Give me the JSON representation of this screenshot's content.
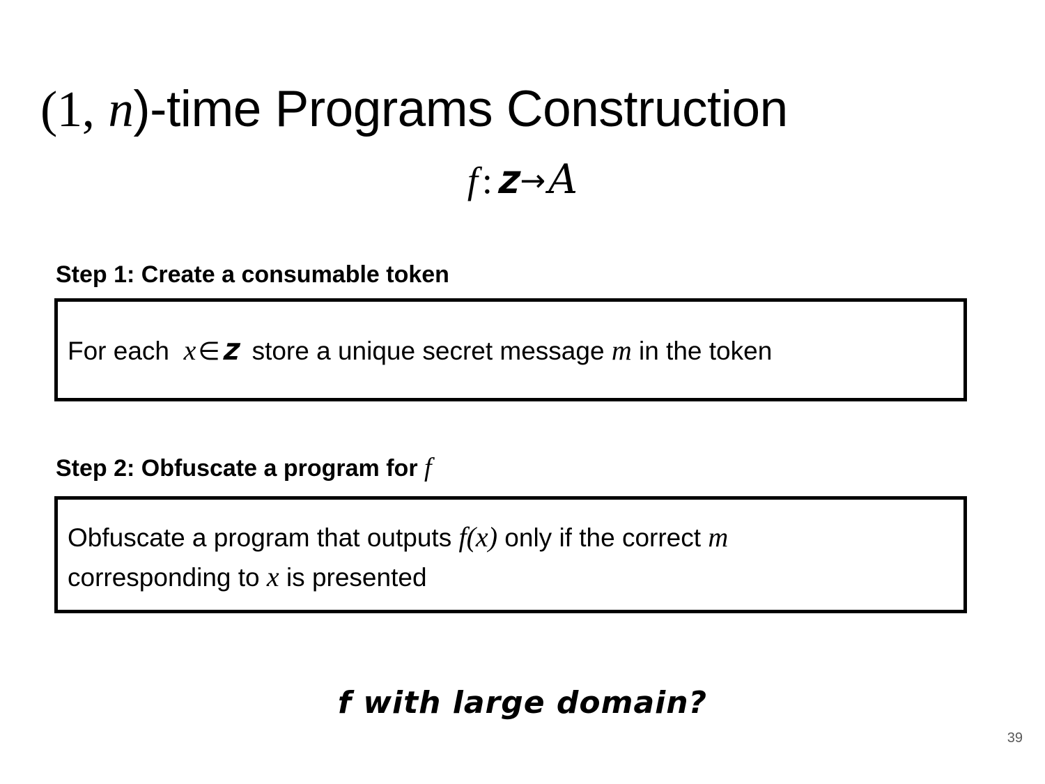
{
  "slide": {
    "title": {
      "part_open": "(1,",
      "part_n": "n",
      "part_rest": ")-time Programs Construction"
    },
    "subtitle": {
      "f": "f",
      "colon": ":",
      "domain": "𝐳",
      "arrow": "→",
      "codomain": "𝐴"
    },
    "step1": {
      "heading": "Step 1: Create a consumable token",
      "box": {
        "text_a": "For each",
        "var_x": "x",
        "member": "∈",
        "set_X": "𝐳",
        "text_b": "store a unique secret message",
        "var_m": "m",
        "text_c": "in the token"
      }
    },
    "step2": {
      "heading_text": "Step 2: Obfuscate a program for",
      "heading_f": "f",
      "box": {
        "text_a": "Obfuscate a program that outputs",
        "fx": "f(x)",
        "text_b": "only if the correct",
        "var_m": "m",
        "text_c": "corresponding to",
        "var_x": "x",
        "text_d": "is presented"
      }
    },
    "question": "f with large domain?",
    "slide_number": "39",
    "colors": {
      "background": "#ffffff",
      "text": "#000000",
      "box_border": "#000000",
      "slide_number": "#595959"
    }
  }
}
